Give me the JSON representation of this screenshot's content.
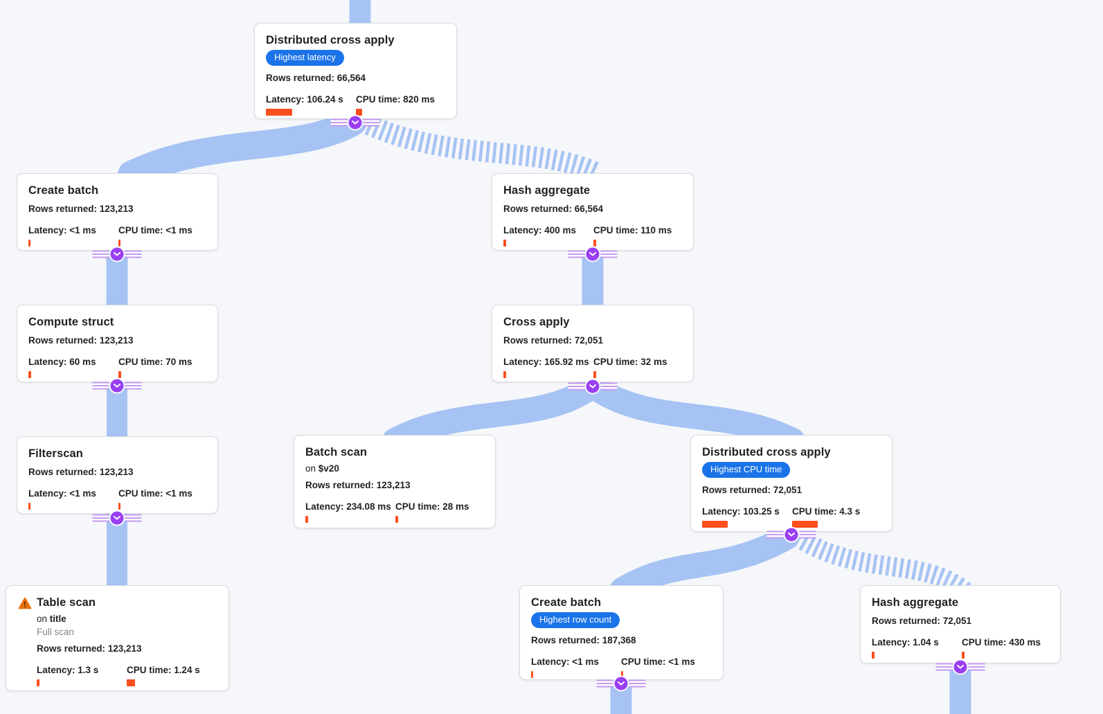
{
  "app": {
    "view": "query-execution-plan-graph",
    "colors": {
      "background": "#f6f7fa",
      "edge_blue": "#a6c3f3",
      "badge_blue": "#1a73e8",
      "metric_bar_orange": "#fb4f1e",
      "connector_purple": "#9a3ff2",
      "warning_orange": "#e8710a"
    },
    "icons": {
      "connector": "chevron-down-icon",
      "table_scan_alert": "warning-triangle-icon"
    }
  },
  "nodes": [
    {
      "title": "Distributed cross apply",
      "badge": "Highest latency",
      "rows": "Rows returned: 66,564",
      "latency": "Latency: 106.24 s",
      "cpu": "CPU time: 820 ms",
      "latency_bar": 38,
      "cpu_bar": 9
    },
    {
      "title": "Create batch",
      "rows": "Rows returned: 123,213",
      "latency": "Latency: <1 ms",
      "cpu": "CPU time: <1 ms",
      "latency_bar": 3,
      "cpu_bar": 3
    },
    {
      "title": "Hash aggregate",
      "rows": "Rows returned: 66,564",
      "latency": "Latency: 400 ms",
      "cpu": "CPU time: 110 ms",
      "latency_bar": 4,
      "cpu_bar": 4
    },
    {
      "title": "Compute struct",
      "rows": "Rows returned: 123,213",
      "latency": "Latency: 60 ms",
      "cpu": "CPU time: 70 ms",
      "latency_bar": 4,
      "cpu_bar": 4
    },
    {
      "title": "Cross apply",
      "rows": "Rows returned: 72,051",
      "latency": "Latency: 165.92 ms",
      "cpu": "CPU time: 32 ms",
      "latency_bar": 4,
      "cpu_bar": 4
    },
    {
      "title": "Filterscan",
      "rows": "Rows returned: 123,213",
      "latency": "Latency: <1 ms",
      "cpu": "CPU time: <1 ms",
      "latency_bar": 3,
      "cpu_bar": 3
    },
    {
      "title": "Batch scan",
      "on_prefix": "on",
      "on": "$v20",
      "rows": "Rows returned: 123,213",
      "latency": "Latency: 234.08 ms",
      "cpu": "CPU time: 28 ms",
      "latency_bar": 4,
      "cpu_bar": 4
    },
    {
      "title": "Distributed cross apply",
      "badge": "Highest CPU time",
      "rows": "Rows returned: 72,051",
      "latency": "Latency: 103.25 s",
      "cpu": "CPU time: 4.3 s",
      "latency_bar": 37,
      "cpu_bar": 37
    },
    {
      "title": "Table scan",
      "on_prefix": "on",
      "on": "title",
      "subtitle": "Full scan",
      "rows": "Rows returned: 123,213",
      "latency": "Latency: 1.3 s",
      "cpu": "CPU time: 1.24 s",
      "latency_bar": 4,
      "cpu_bar": 12
    },
    {
      "title": "Create batch",
      "badge": "Highest row count",
      "rows": "Rows returned: 187,368",
      "latency": "Latency: <1 ms",
      "cpu": "CPU time: <1 ms",
      "latency_bar": 3,
      "cpu_bar": 3
    },
    {
      "title": "Hash aggregate",
      "rows": "Rows returned: 72,051",
      "latency": "Latency: 1.04 s",
      "cpu": "CPU time: 430 ms",
      "latency_bar": 4,
      "cpu_bar": 4
    }
  ]
}
